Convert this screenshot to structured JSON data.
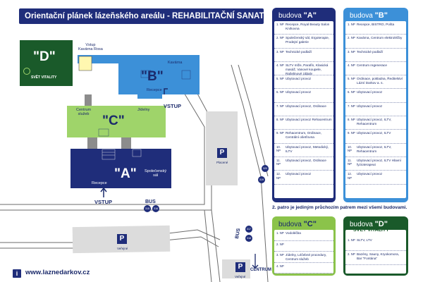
{
  "title": "Orientační plánek lázeňského areálu - REHABILITAČNÍ SANATORIUM",
  "map": {
    "building_a": "\"A\"",
    "building_b": "\"B\"",
    "building_c": "\"C\"",
    "building_d": "\"D\"",
    "svet_vitality": "SVĚT VITALITY",
    "vstup_kavarna_line1": "Vstup",
    "vstup_kavarna_line2": "Kavárna Rosa",
    "kavarna": "Kavárna",
    "recepce_b": "Recepce",
    "centrum_sluzeb_line1": "Centrum",
    "centrum_sluzeb_line2": "služeb",
    "jidelny": "Jídelny",
    "spolecensky_sal_line1": "Společenský",
    "spolecensky_sal_line2": "sál",
    "recepce_a": "Recepce",
    "vstup_b": "VSTUP",
    "vstup_a": "VSTUP",
    "parking_symbol": "P",
    "parking_caption_1": "Placené",
    "parking_caption_2": "Veřejné",
    "parking_caption_3": "Veřejné",
    "bus_1": "BUS",
    "bus_2": "BUS",
    "centrum_label": "CENTRUM",
    "bus_stops": [
      "315",
      "316",
      "317",
      "318",
      "319",
      "320"
    ]
  },
  "panels": {
    "a": {
      "prefix": "budova",
      "name": "\"A\"",
      "rows": [
        {
          "n": "1. NP",
          "t": "Recepce, Royal Beauty Salon Knihovna"
        },
        {
          "n": "2. NP",
          "t": "Společenský sál, Ergoterapie, Prodejní galerie"
        },
        {
          "n": "3. NP",
          "t": "Technické podlaží"
        },
        {
          "n": "4. NP",
          "t": "SLTV mlže, Parafín, Klasická masáž, Vanové koupele, Rašelinové zábaly"
        },
        {
          "n": "5. NP",
          "t": "Ubytovací provoz"
        },
        {
          "n": "6. NP",
          "t": "Ubytovací provoz"
        },
        {
          "n": "7. NP",
          "t": "Ubytovací provoz, Ordinace"
        },
        {
          "n": "8. NP",
          "t": "Ubytovací provoz Rehacentrum"
        },
        {
          "n": "9. NP",
          "t": "Rehacentrum, Ordinace, Centrální ošetřovna"
        },
        {
          "n": "10. NP",
          "t": "Ubytovací provoz, Metodický, ILTV"
        },
        {
          "n": "11. NP",
          "t": "Ubytovací provoz, Ordinace"
        },
        {
          "n": "12. NP",
          "t": "Ubytovací provoz"
        }
      ]
    },
    "b": {
      "prefix": "budova",
      "name": "\"B\"",
      "rows": [
        {
          "n": "1. NP",
          "t": "Recepce, BISTRO, Pošta"
        },
        {
          "n": "2. NP",
          "t": "Kavárna, Centrum elektroléčby"
        },
        {
          "n": "3. NP",
          "t": "Technické podlaží"
        },
        {
          "n": "4. NP",
          "t": "Centrum regenerace"
        },
        {
          "n": "5. NP",
          "t": "Ordinace, poklad­na, Ředitelství Lázní Darkov a. s."
        },
        {
          "n": "6. NP",
          "t": "Ubytovací provoz"
        },
        {
          "n": "7. NP",
          "t": "Ubytovací provoz"
        },
        {
          "n": "8. NP",
          "t": "Ubytovací provoz, ILTV, Rehacentrum"
        },
        {
          "n": "9. NP",
          "t": "Ubytovací provoz, ILTV"
        },
        {
          "n": "10. NP",
          "t": "Ubytovací provoz, ILTV, Rehacentrum"
        },
        {
          "n": "11. NP",
          "t": "Ubytovací provoz, ILTV Hlavní fyzioterapeut"
        },
        {
          "n": "12. NP",
          "t": "Ubytovací provoz"
        }
      ]
    },
    "c": {
      "prefix": "budova",
      "name": "\"C\"",
      "rows": [
        {
          "n": "1. NP",
          "t": "Vodoléčba"
        },
        {
          "n": "2. NP",
          "t": ""
        },
        {
          "n": "3. NP",
          "t": "Jídelny, Léčebné procedury, Centrum služeb"
        },
        {
          "n": "4. NP",
          "t": ""
        }
      ]
    },
    "d": {
      "prefix": "budova",
      "name": "\"D\"",
      "subtitle": "SVĚT VITALITY",
      "rows": [
        {
          "n": "1. NP",
          "t": "SLTV, LTV"
        },
        {
          "n": "2. NP",
          "t": "Bazény, Sauny, Kryokomora, Bar \"Fontána\""
        }
      ]
    }
  },
  "note": "2. patro je jediným průchozím patrem mezi všemi budovami.",
  "website": "www.laznedarkov.cz",
  "info_icon": "i",
  "colors": {
    "navy": "#1f2d7a",
    "blue_b": "#3c90d8",
    "green_c": "#9fd46a",
    "green_d": "#1a5a2a"
  }
}
